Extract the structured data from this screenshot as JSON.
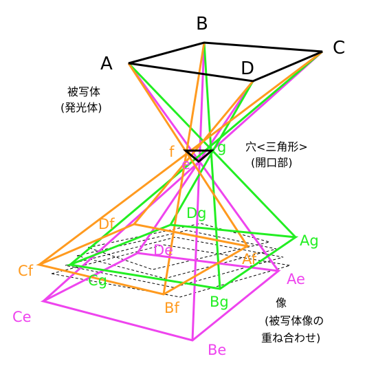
{
  "colors": {
    "object": "#000000",
    "f": "#ff9a1f",
    "g": "#22ee22",
    "e": "#ee44ee",
    "dashed": "#000000"
  },
  "labels": {
    "A": "A",
    "B": "B",
    "C": "C",
    "D": "D",
    "f": "f",
    "e": "e",
    "g": "g",
    "Af": "Af",
    "Bf": "Bf",
    "Cf": "Cf",
    "Df": "Df",
    "Ag": "Ag",
    "Bg": "Bg",
    "Cg": "Cg",
    "Dg": "Dg",
    "Ae": "Ae",
    "Be": "Be",
    "Ce": "Ce",
    "De": "De"
  },
  "notes": {
    "subject_line1": "被写体",
    "subject_line2": "(発光体)",
    "aperture_line1": "穴<三角形>",
    "aperture_line2": "(開口部)",
    "image_line1": "像",
    "image_line2": "(被写体像の",
    "image_line3": "重ね合わせ)"
  }
}
